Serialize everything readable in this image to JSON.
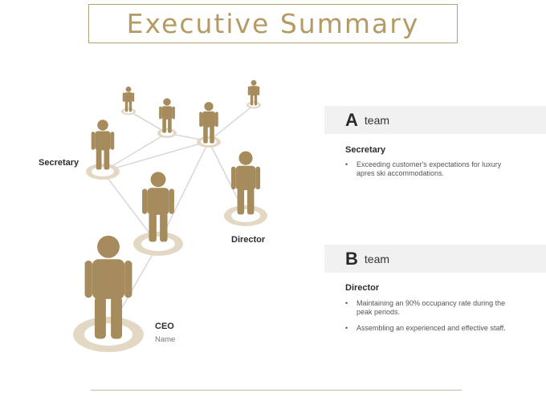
{
  "title": "Executive Summary",
  "colors": {
    "accent": "#b59a63",
    "figure": "#a68c5c",
    "ring": "#e3d8c3",
    "bar": "#f1f1f1"
  },
  "labels": {
    "secretary": "Secretary",
    "director": "Director",
    "ceo": "CEO",
    "ceo_sub": "Name"
  },
  "teams": [
    {
      "letter": "A",
      "word": "team",
      "role": "Secretary",
      "bullets": [
        "Exceeding customer's expectations for luxury apres ski accommodations."
      ]
    },
    {
      "letter": "B",
      "word": "team",
      "role": "Director",
      "bullets": [
        "Maintaining an 90% occupancy rate during the peak periods.",
        "Assembling an experienced and effective staff."
      ]
    }
  ],
  "bullet_glyph": "•"
}
